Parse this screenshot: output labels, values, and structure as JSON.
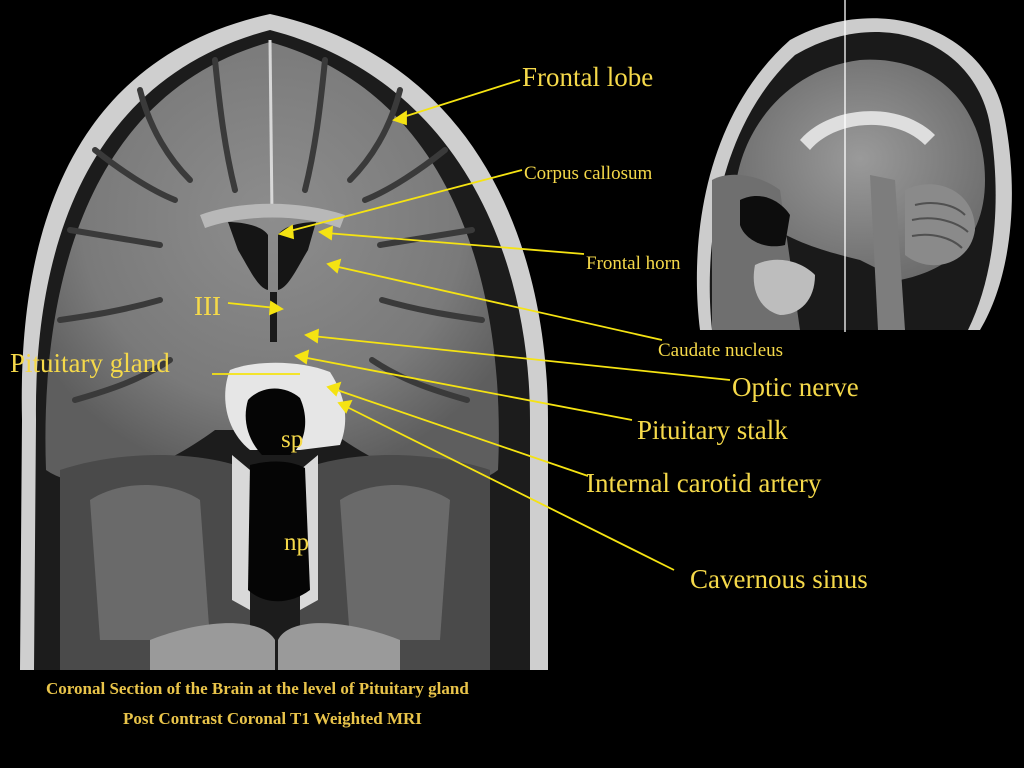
{
  "colors": {
    "background": "#000000",
    "label": "#f5d94a",
    "pointer": "#f5e312",
    "caption": "#e9c44a",
    "reference_line": "#ffffff"
  },
  "labels": {
    "frontal_lobe": "Frontal lobe",
    "corpus_callosum": "Corpus callosum",
    "frontal_horn": "Frontal horn",
    "caudate_nucleus": "Caudate nucleus",
    "third_ventricle": "III",
    "pituitary_gland": "Pituitary gland",
    "optic_nerve": "Optic nerve",
    "pituitary_stalk": "Pituitary stalk",
    "internal_carotid_artery": "Internal carotid artery",
    "cavernous_sinus": "Cavernous sinus",
    "sphenoid_sinus": "sp",
    "nasopharynx": "np"
  },
  "caption": {
    "line1": "Coronal Section of the Brain at the level of Pituitary gland",
    "line2": "Post Contrast Coronal T1 Weighted MRI"
  }
}
